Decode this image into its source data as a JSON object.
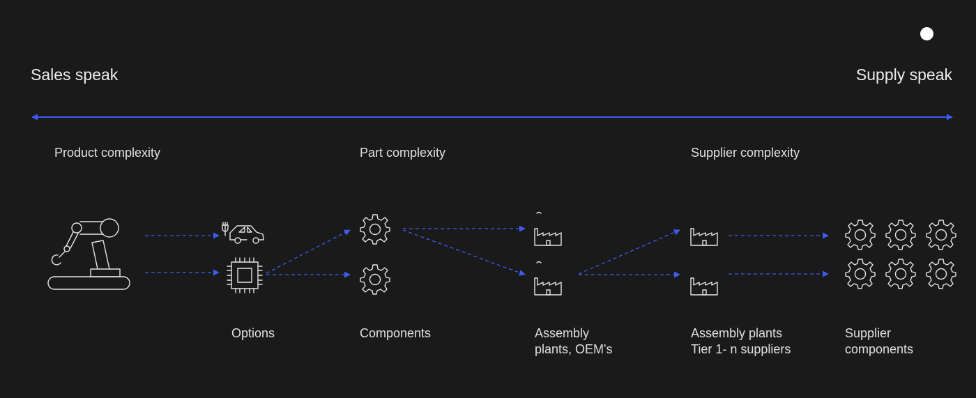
{
  "axis": {
    "left_label": "Sales speak",
    "right_label": "Supply speak",
    "color": "#3d5cf0"
  },
  "sections": {
    "product": "Product complexity",
    "part": "Part complexity",
    "supplier": "Supplier complexity"
  },
  "labels": {
    "options": "Options",
    "components": "Components",
    "assembly_oem_line1": "Assembly",
    "assembly_oem_line2": "plants, OEM's",
    "assembly_tier_line1": "Assembly plants",
    "assembly_tier_line2": "Tier 1- n suppliers",
    "supplier_components_line1": "Supplier",
    "supplier_components_line2": "components"
  },
  "icons": [
    "robot-arm-icon",
    "electric-car-icon",
    "chip-icon",
    "gear-icon",
    "factory-icon"
  ],
  "colors": {
    "background": "#1a1a1a",
    "arrow": "#3d5cf0",
    "icon": "#e4e4e4"
  }
}
